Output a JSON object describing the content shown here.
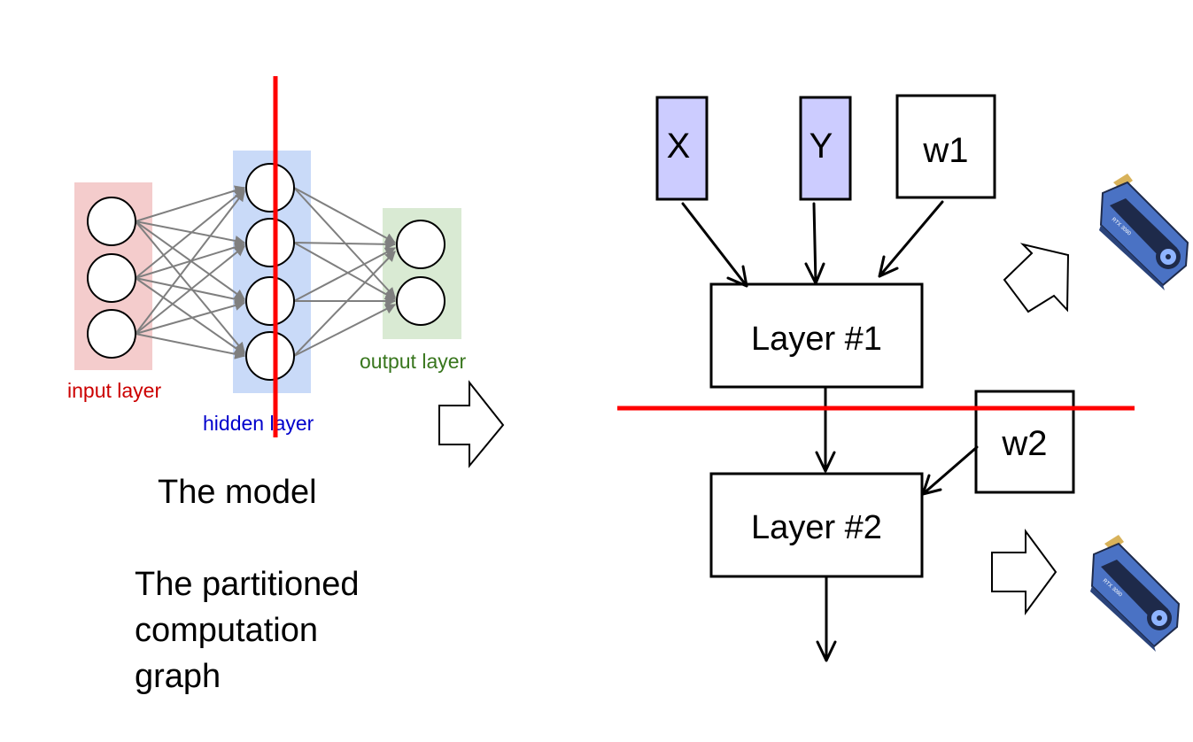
{
  "nn": {
    "input_label": "input layer",
    "hidden_label": "hidden layer",
    "output_label": "output layer",
    "colors": {
      "input_bg": "#f4cccc",
      "hidden_bg": "#c9daf8",
      "output_bg": "#d9ead3",
      "input_text": "#cc0000",
      "hidden_text": "#0000cc",
      "output_text": "#38761d",
      "edge": "#7f7f7f",
      "cut": "#ff0000"
    }
  },
  "captions": {
    "model": "The model",
    "graph_lines": [
      "The partitioned",
      "computation",
      "graph"
    ]
  },
  "graph": {
    "x_label": "X",
    "y_label": "Y",
    "w1_label": "w1",
    "w2_label": "w2",
    "layer1_label": "Layer #1",
    "layer2_label": "Layer #2",
    "input_fill": "#ccccff",
    "cut_color": "#ff0000"
  },
  "gpu": {
    "badge_text": "RTX 3080",
    "colors": {
      "body": "#4a72c4",
      "dark": "#1e2a4a",
      "gold": "#d8b25a",
      "fan": "#8fb4ff"
    }
  }
}
